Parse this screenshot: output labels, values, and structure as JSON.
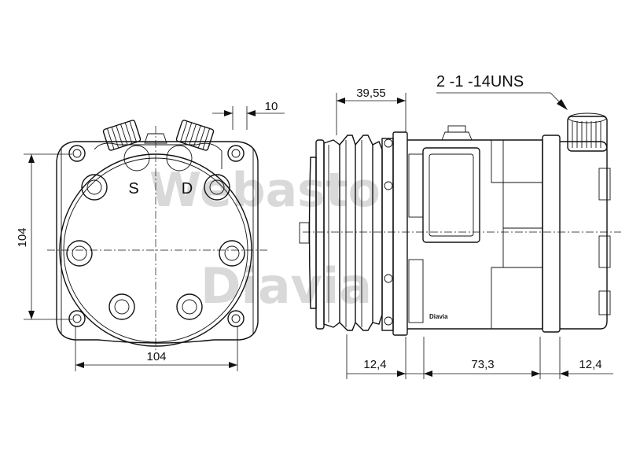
{
  "watermark": {
    "line1": "Webasto",
    "line2": "Diavia"
  },
  "front_view": {
    "port_suction": "S",
    "port_discharge": "D",
    "height_dim": "104",
    "width_dim": "104",
    "fitting_dim": "10"
  },
  "side_view": {
    "clutch_dim": "39,55",
    "thread_label": "2 -1 -14UNS",
    "left_dim": "12,4",
    "body_dim": "73,3",
    "right_dim": "12,4",
    "body_brand": "Diavia"
  }
}
